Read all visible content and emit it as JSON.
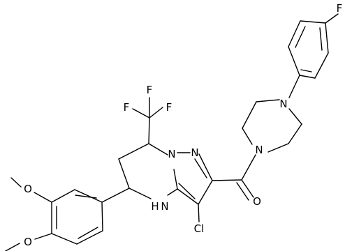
{
  "colors": {
    "bond": "#000000",
    "label": "#000000",
    "background": "#ffffff"
  },
  "atoms": {
    "F_top": "F",
    "N_pip_upper": "N",
    "N_pip_lower": "N",
    "O_carbonyl": "O",
    "F_cf3_left": "F",
    "F_cf3_mid": "F",
    "F_cf3_right": "F",
    "N_bridge": "N",
    "N_pyrazole": "N",
    "NH": "H",
    "NH_N": "N",
    "Cl": "Cl",
    "O_methoxy_upper": "O",
    "O_methoxy_lower": "O"
  }
}
